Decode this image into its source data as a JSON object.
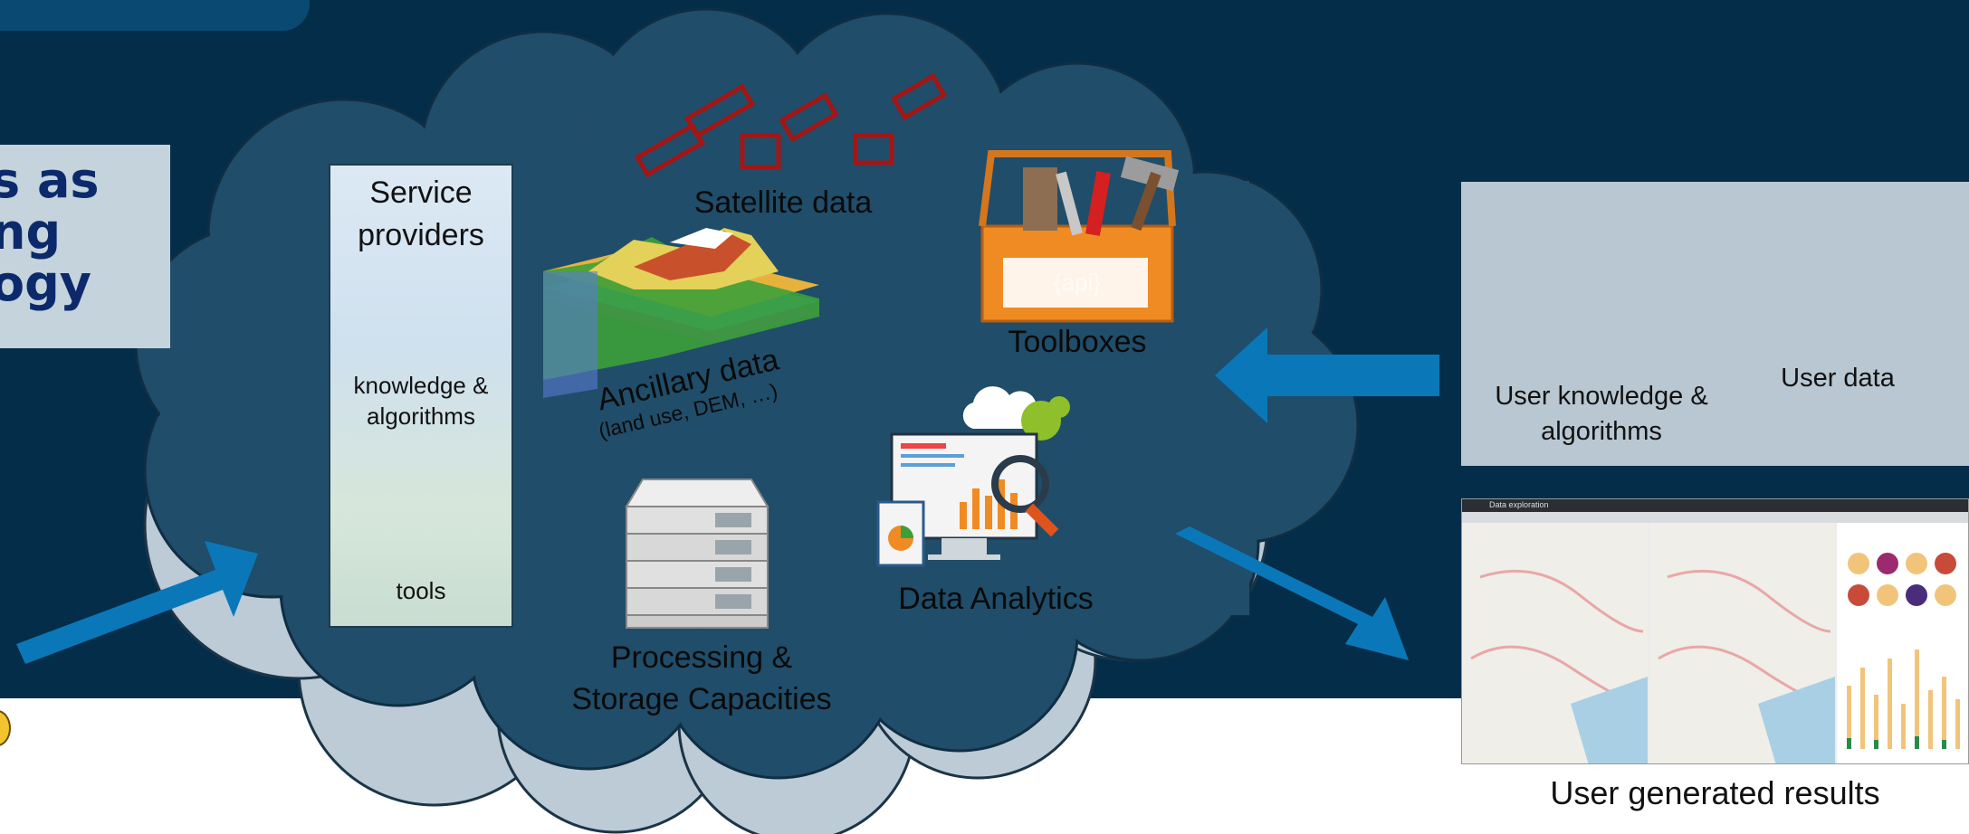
{
  "title": {
    "lines": [
      "s as",
      "ng",
      "ogy"
    ]
  },
  "service_providers": {
    "heading_line1": "Service",
    "heading_line2": "providers",
    "knowledge_line1": "knowledge &",
    "knowledge_line2": "algorithms",
    "tools": "tools"
  },
  "cloud": {
    "satellite": "Satellite data",
    "ancillary": "Ancillary data",
    "ancillary_sub": "(land use, DEM, …)",
    "toolboxes": "Toolboxes",
    "api_label": "{api}",
    "analytics": "Data Analytics",
    "processing_line1": "Processing &",
    "processing_line2": "Storage Capacities"
  },
  "user": {
    "knowledge_line1": "User knowledge &",
    "knowledge_line2": "algorithms",
    "data": "User data",
    "results": "User generated results"
  },
  "screenshot": {
    "title": "Data exploration"
  },
  "colors": {
    "background": "#042d49",
    "cloud_fill": "#204d69",
    "cloud_outline_light": "#bccbd5",
    "arrow": "#0a78b8",
    "title_text": "#0c2a6b",
    "satellite_red": "#a31616"
  }
}
